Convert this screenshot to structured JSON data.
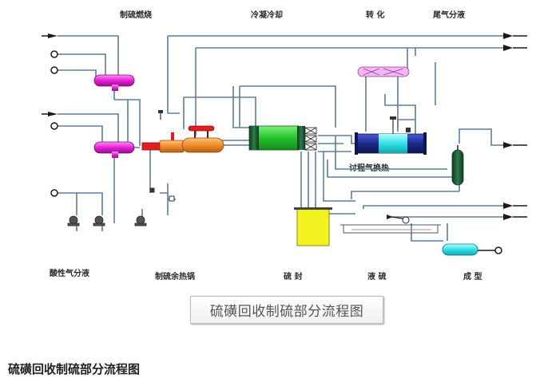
{
  "diagram": {
    "stage_labels": {
      "combustion": "制硫燃烧",
      "condenser": "冷凝冷却",
      "conversion": "转  化",
      "tail_gas": "尾气分液",
      "acid_gas": "酸性气分液",
      "waste_heat": "制硫余热锅",
      "sulfur_seal": "硫  封",
      "liquid_sulfur": "液  硫",
      "forming": "成  型"
    },
    "process_label": "讨程气换热",
    "title_box": "硫磺回收制硫部分流程图"
  },
  "caption": "硫磺回收制硫部分流程图",
  "colors": {
    "pipe": "#5b7f9c",
    "pipe_dark": "#3a5570",
    "magenta": "#e61fd6",
    "orange": "#f08c2a",
    "red": "#e02020",
    "green": "#22c22a",
    "dark_green": "#1f5a33",
    "cyan": "#2fe0e8",
    "yellow": "#f2f21e",
    "navy": "#1a2a8a",
    "pink": "#f0b8f0"
  }
}
